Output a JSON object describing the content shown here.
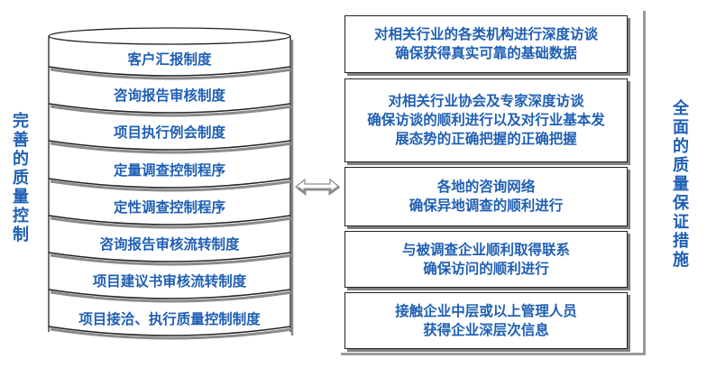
{
  "left_label": "完善的质量控制",
  "right_label": "全面的质量保证措施",
  "cylinder_layers": [
    "客户汇报制度",
    "咨询报告审核制度",
    "项目执行例会制度",
    "定量调查控制程序",
    "定性调查控制程序",
    "咨询报告审核流转制度",
    "项目建议书审核流转制度",
    "项目接洽、执行质量控制制度"
  ],
  "connector": "double-arrow-icon",
  "measures": [
    {
      "lines": [
        "对相关行业的各类机构进行深度访谈",
        "确保获得真实可靠的基础数据"
      ]
    },
    {
      "lines": [
        "对相关行业协会及专家深度访谈",
        "确保访谈的顺利进行以及对行业基本发",
        "展态势的正确把握的正确把握"
      ]
    },
    {
      "lines": [
        "各地的咨询网络",
        "确保异地调查的顺利进行"
      ]
    },
    {
      "lines": [
        "与被调查企业顺利取得联系",
        "确保访问的顺利进行"
      ]
    },
    {
      "lines": [
        "接触企业中层或以上管理人员",
        "获得企业深层次信息"
      ]
    }
  ],
  "colors": {
    "text": "#1f5fb4",
    "border": "#222222",
    "shadow": "#7f7f7f"
  }
}
